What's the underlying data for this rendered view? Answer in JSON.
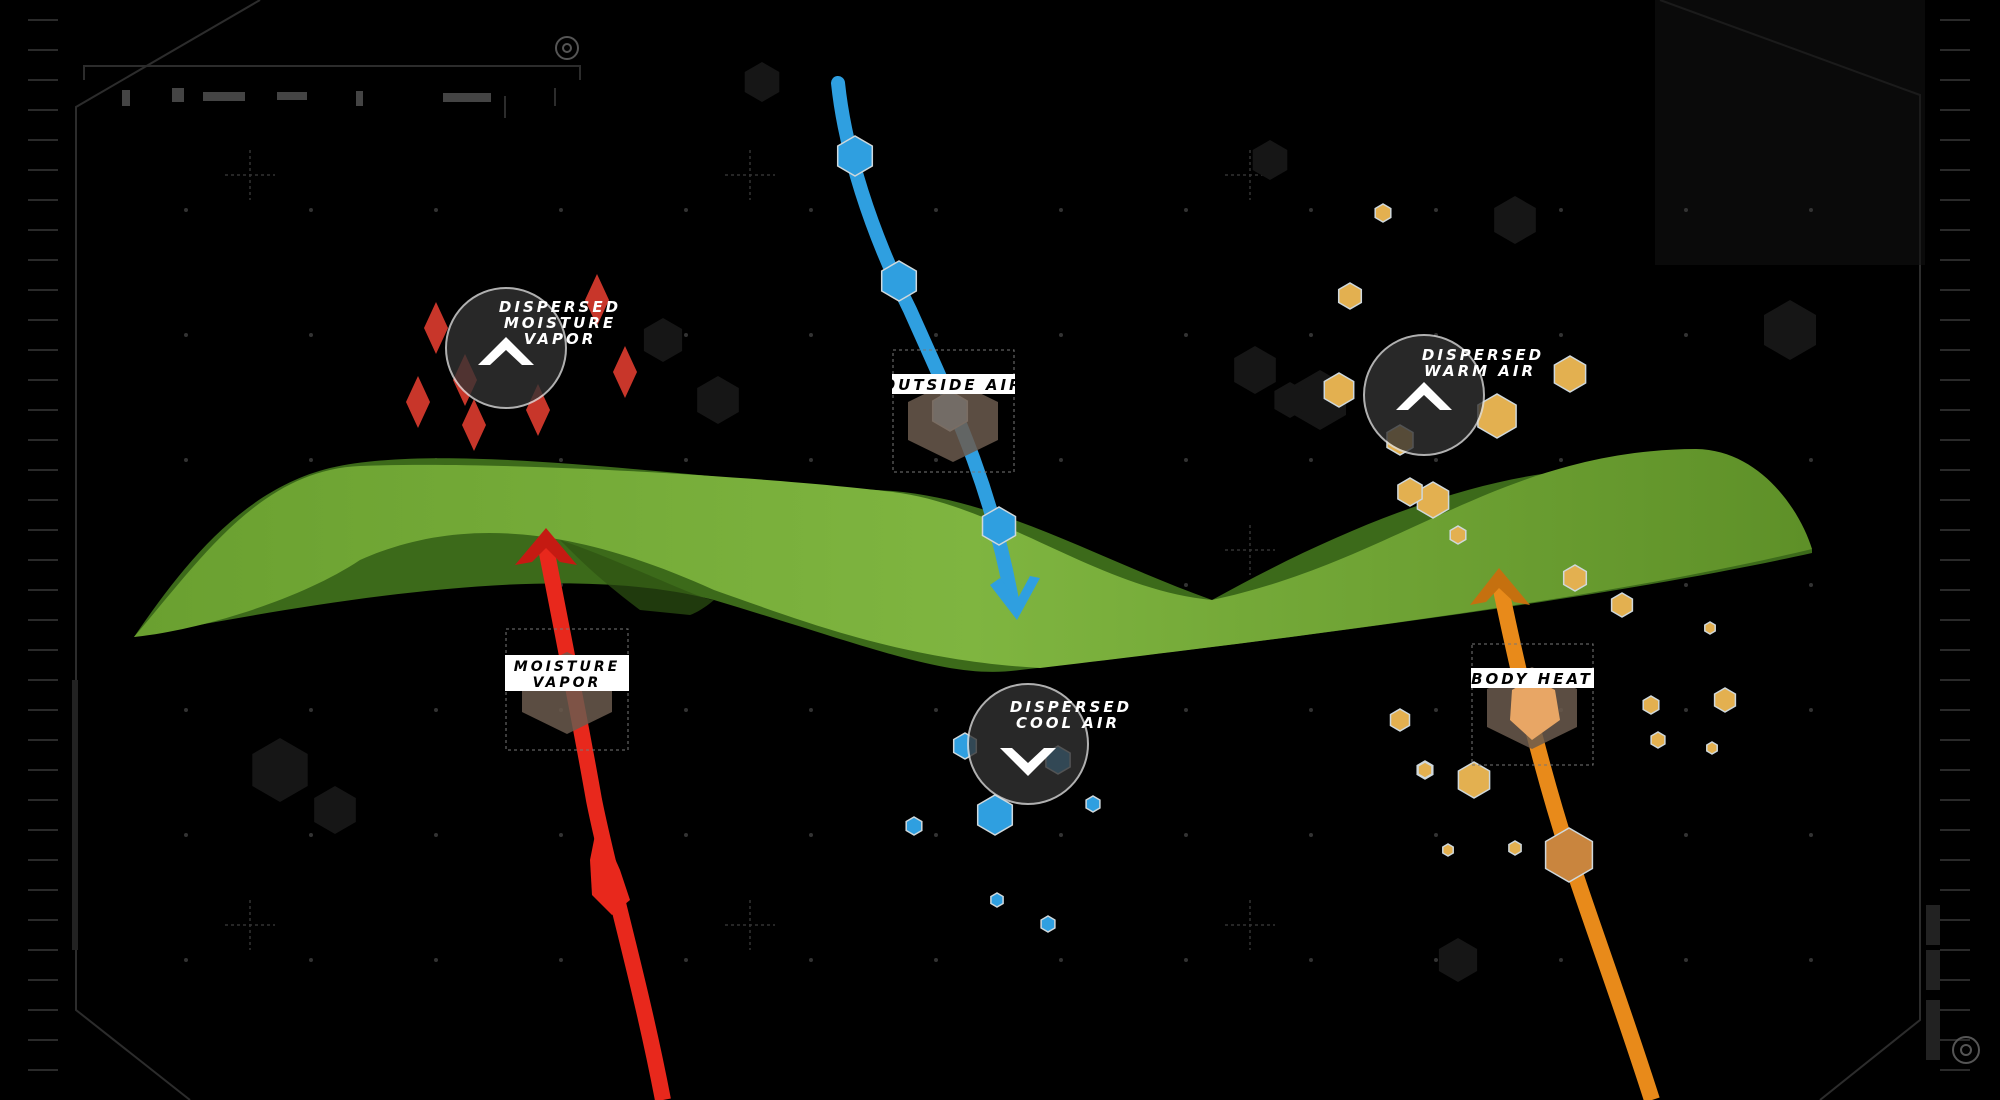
{
  "labels": {
    "dispersed_moisture": [
      "DISPERSED",
      "MOISTURE",
      "VAPOR"
    ],
    "dispersed_warm": [
      "DISPERSED",
      "WARM AIR"
    ],
    "dispersed_cool": [
      "DISPERSED",
      "COOL AIR"
    ],
    "outside_air": "OUTSIDE AIR",
    "moisture_vapor": [
      "MOISTURE",
      "VAPOR"
    ],
    "body_heat": "BODY HEAT"
  },
  "colors": {
    "fabric": "#6fa43a",
    "cool": "#2f9fe0",
    "moisture": "#e8281c",
    "heat": "#e88a1a",
    "hud": "#3a3a3a"
  },
  "icons": [
    "up-chevron-icon",
    "down-chevron-icon",
    "hexagon-icon",
    "target-icon"
  ]
}
